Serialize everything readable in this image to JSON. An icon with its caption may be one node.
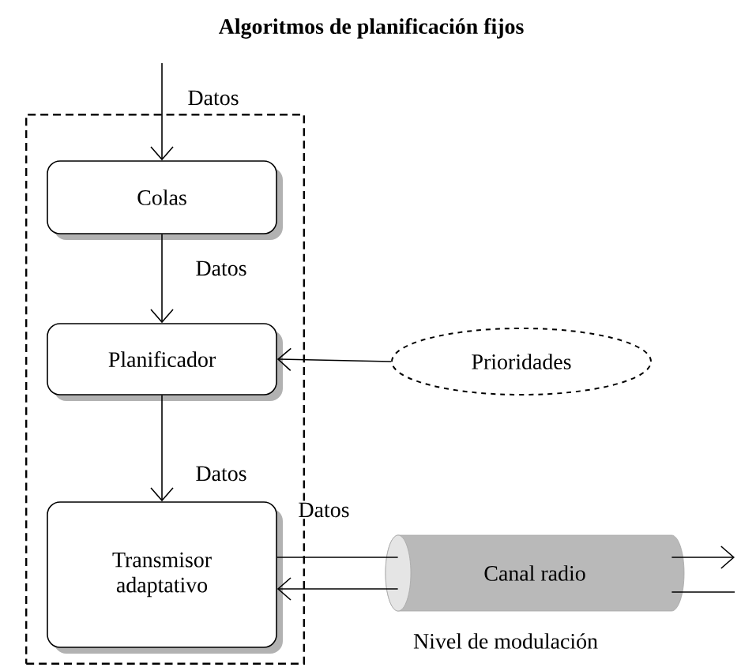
{
  "diagram": {
    "title": "Algoritmos de planificación fijos",
    "nodes": [
      {
        "text": [],
        "shape": "box"
      },
      {
        "text": [
          "Colas"
        ],
        "in": 0
      },
      {
        "text": [
          "Planificador"
        ],
        "in": 0
      },
      {
        "text": [
          "Transmisor adaptativo"
        ],
        "in": 0
      },
      {
        "text": [
          "Prioridades"
        ]
      },
      {
        "text": [
          "Canal radio"
        ]
      }
    ],
    "edges": [
      {
        "from": null,
        "to": 1,
        "arrow": "to",
        "label": "Datos"
      },
      {
        "from": 1,
        "to": 2,
        "arrow": "to",
        "label": "Datos"
      },
      {
        "from": 4,
        "to": 2,
        "arrow": "to"
      },
      {
        "from": 2,
        "to": 3,
        "arrow": "to",
        "label": "Datos"
      },
      {
        "from": 3,
        "to": 5,
        "arrow": "none",
        "label": "Datos"
      },
      {
        "from": 5,
        "to": null,
        "arrow": "to"
      },
      {
        "from": 5,
        "to": 3,
        "arrow": "to",
        "label": "Nivel de modulación"
      },
      {
        "from": null,
        "to": 5,
        "arrow": "none"
      }
    ]
  }
}
